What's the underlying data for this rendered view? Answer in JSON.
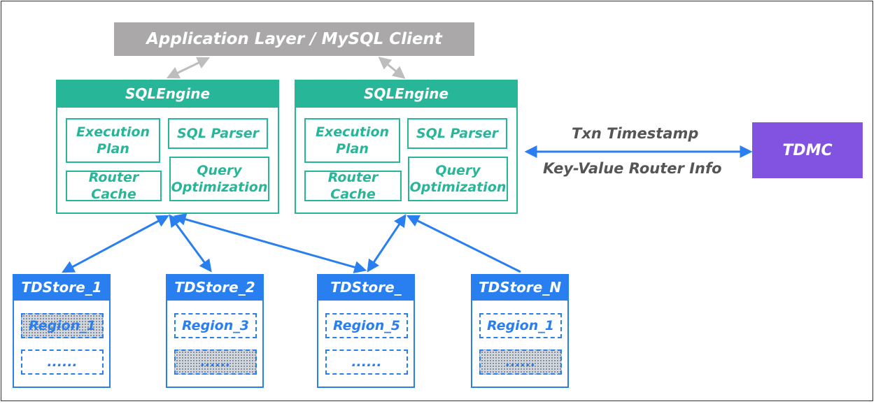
{
  "app_layer": {
    "label": "Application Layer / MySQL Client"
  },
  "engines": [
    {
      "title": "SQLEngine",
      "modules": {
        "execution_plan": "Execution\nPlan",
        "sql_parser": "SQL Parser",
        "router_cache": "Router Cache",
        "query_optimization": "Query\nOptimization"
      }
    },
    {
      "title": "SQLEngine",
      "modules": {
        "execution_plan": "Execution\nPlan",
        "sql_parser": "SQL Parser",
        "router_cache": "Router Cache",
        "query_optimization": "Query\nOptimization"
      }
    }
  ],
  "tdmc": {
    "label": "TDMC",
    "link_top": "Txn Timestamp",
    "link_bottom": "Key-Value Router Info"
  },
  "stores": [
    {
      "title": "TDStore_1",
      "region_top": "Region_1",
      "region_bottom": "......",
      "top_filled": true,
      "bottom_filled": false
    },
    {
      "title": "TDStore_2",
      "region_top": "Region_3",
      "region_bottom": "......",
      "top_filled": false,
      "bottom_filled": true
    },
    {
      "title": "TDStore_",
      "region_top": "Region_5",
      "region_bottom": "......",
      "top_filled": false,
      "bottom_filled": false
    },
    {
      "title": "TDStore_N",
      "region_top": "Region_1",
      "region_bottom": "......",
      "top_filled": false,
      "bottom_filled": true
    }
  ],
  "colors": {
    "engine": "#27b698",
    "store": "#2a7ff0",
    "tdmc": "#8252e0",
    "app_layer": "#aaa8a8",
    "client_arrow": "#bdbdbd"
  }
}
